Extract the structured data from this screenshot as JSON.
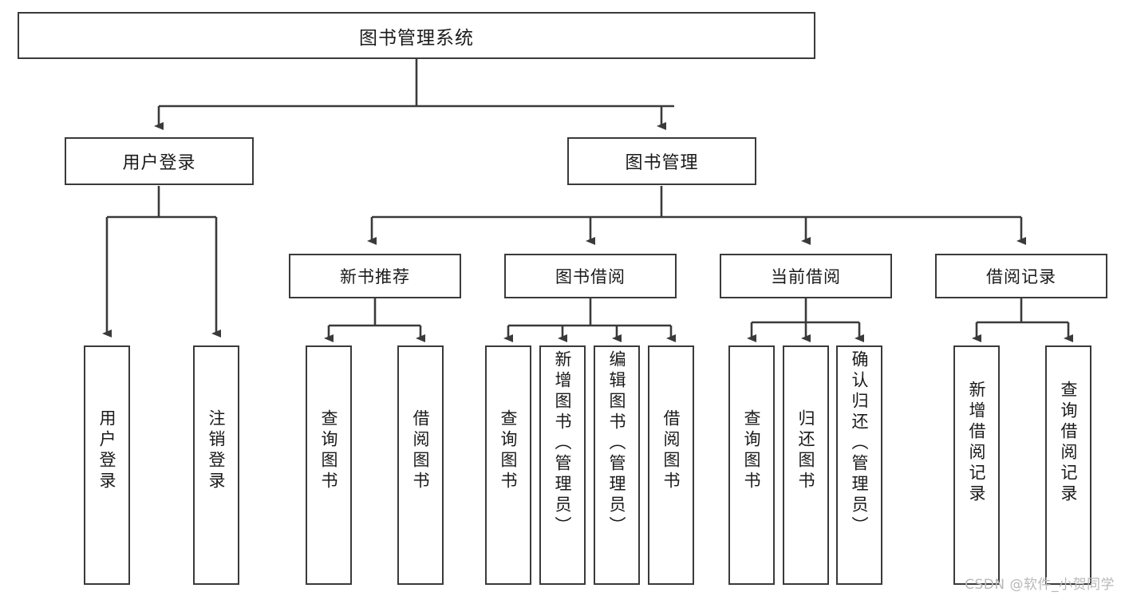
{
  "diagram": {
    "title": "图书管理系统",
    "watermark": "CSDN @软件_小贺同学",
    "stroke_color": "#3a3a3a",
    "fill_color": "#ffffff",
    "text_color": "#1a1a1a",
    "watermark_color": "#b8b8b8",
    "root": {
      "label": "图书管理系统"
    },
    "level1": [
      {
        "label": "用户登录"
      },
      {
        "label": "图书管理"
      }
    ],
    "level2": [
      {
        "label": "新书推荐"
      },
      {
        "label": "图书借阅"
      },
      {
        "label": "当前借阅"
      },
      {
        "label": "借阅记录"
      }
    ],
    "leaves": {
      "user_login": [
        {
          "label": "用户登录"
        },
        {
          "label": "注销登录"
        }
      ],
      "new_book": [
        {
          "label": "查询图书"
        },
        {
          "label": "借阅图书"
        }
      ],
      "book_borrow": [
        {
          "label": "查询图书"
        },
        {
          "label": "新增图书（管理员）"
        },
        {
          "label": "编辑图书（管理员）"
        },
        {
          "label": "借阅图书"
        }
      ],
      "current_borrow": [
        {
          "label": "查询图书"
        },
        {
          "label": "归还图书"
        },
        {
          "label": "确认归还（管理员）"
        }
      ],
      "borrow_record": [
        {
          "label": "新增借阅记录"
        },
        {
          "label": "查询借阅记录"
        }
      ]
    }
  }
}
